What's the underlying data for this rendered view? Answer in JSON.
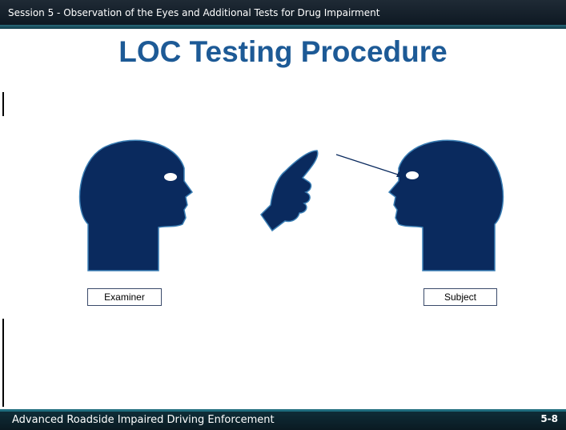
{
  "header": {
    "session_title": "Session 5 - Observation of the Eyes and Additional Tests for Drug Impairment"
  },
  "slide": {
    "title": "LOC Testing Procedure",
    "examiner_label": "Examiner",
    "subject_label": "Subject"
  },
  "footer": {
    "program": "Advanced Roadside Impaired Driving Enforcement",
    "page_number": "5-8"
  },
  "colors": {
    "head_fill": "#0a2a5e",
    "title": "#1d5a96"
  },
  "icons": [
    "examiner-head-icon",
    "pointing-finger-icon",
    "subject-head-icon",
    "gaze-arrow-icon"
  ]
}
